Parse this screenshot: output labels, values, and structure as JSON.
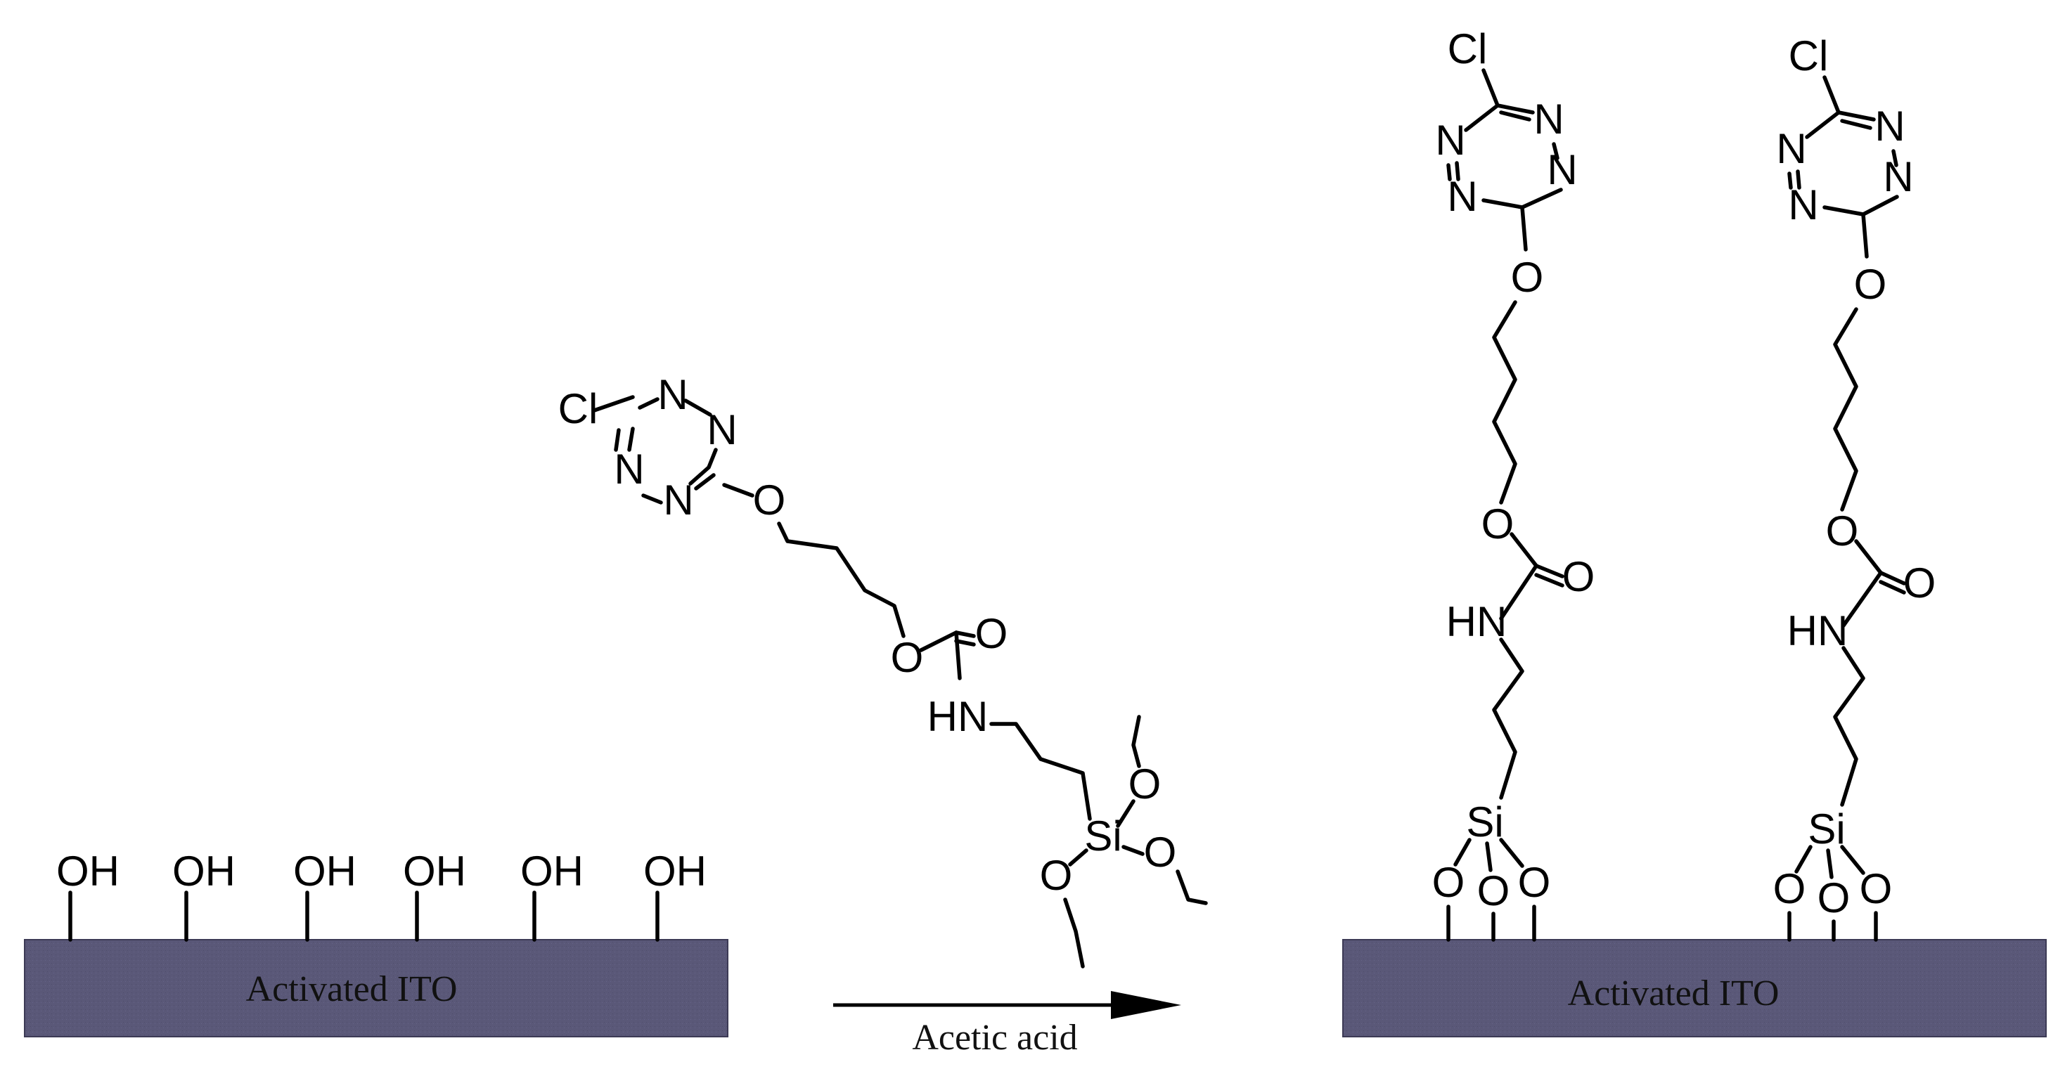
{
  "substrate_left": {
    "label": "Activated ITO",
    "fill": "#5a5878"
  },
  "substrate_right": {
    "label": "Activated ITO",
    "fill": "#5a5878"
  },
  "surface_groups": [
    "OH",
    "OH",
    "OH",
    "OH",
    "OH",
    "OH"
  ],
  "reagent": {
    "label": "Acetic acid"
  },
  "atoms": {
    "cl": "Cl",
    "n": "N",
    "o": "O",
    "hn": "HN",
    "si": "Si"
  }
}
